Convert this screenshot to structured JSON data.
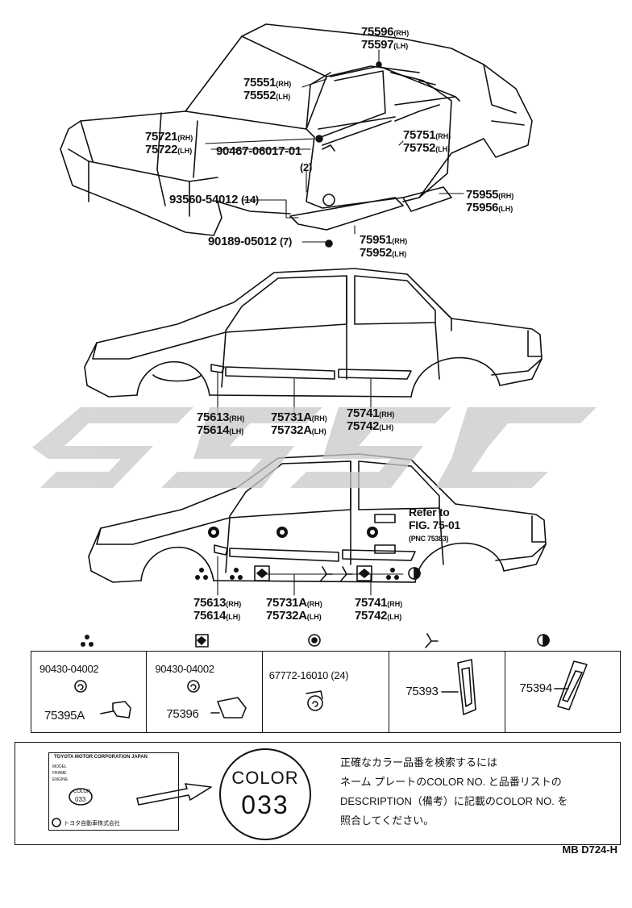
{
  "top_labels": {
    "l75596": "75596",
    "l75597": "75597",
    "l75551": "75551",
    "l75552": "75552",
    "l75721": "75721",
    "l75722": "75722",
    "l90467": "90467-06017-01",
    "l90467q": "(2)",
    "l93560": "93560-54012",
    "l93560q": "(14)",
    "l90189": "90189-05012",
    "l90189q": "(7)",
    "l75751": "75751",
    "l75752": "75752",
    "l75955": "75955",
    "l75956": "75956",
    "l75951": "75951",
    "l75952": "75952"
  },
  "mid_labels": {
    "l75613": "75613",
    "l75614": "75614",
    "l75731A": "75731A",
    "l75732A": "75732A",
    "l75741": "75741",
    "l75742": "75742"
  },
  "low_labels": {
    "l75613": "75613",
    "l75614": "75614",
    "l75731A": "75731A",
    "l75732A": "75732A",
    "l75741": "75741",
    "l75742": "75742",
    "refer1": "Refer to",
    "refer2": "FIG. 75-01",
    "refer3": "(PNC 75383)"
  },
  "suffix": {
    "rh": "(RH)",
    "lh": "(LH)"
  },
  "legend": {
    "c1_part1": "90430-04002",
    "c1_part2": "75395A",
    "c2_part1": "90430-04002",
    "c2_part2": "75396",
    "c3_part1": "67772-16010",
    "c3_qty": "(24)",
    "c4_part": "75393",
    "c5_part": "75394"
  },
  "note": {
    "plate_title": "TOYOTA MOTOR CORPORATION JAPAN",
    "plate_model": "MODEL",
    "plate_frame": "FRAME",
    "plate_engine": "ENGINE",
    "plate_color": "COLOR",
    "plate_colorno": "033",
    "plate_footer": "トヨタ自動車株式会社",
    "color_word": "COLOR",
    "color_no": "033",
    "jp_line1": "正確なカラー品番を検索するには",
    "jp_line2": "ネーム プレートのCOLOR NO. と品番リストの",
    "jp_line3": "DESCRIPTION（備考）に記載のCOLOR NO. を",
    "jp_line4": "照合してください。"
  },
  "diagram_code": "MB D724-H"
}
